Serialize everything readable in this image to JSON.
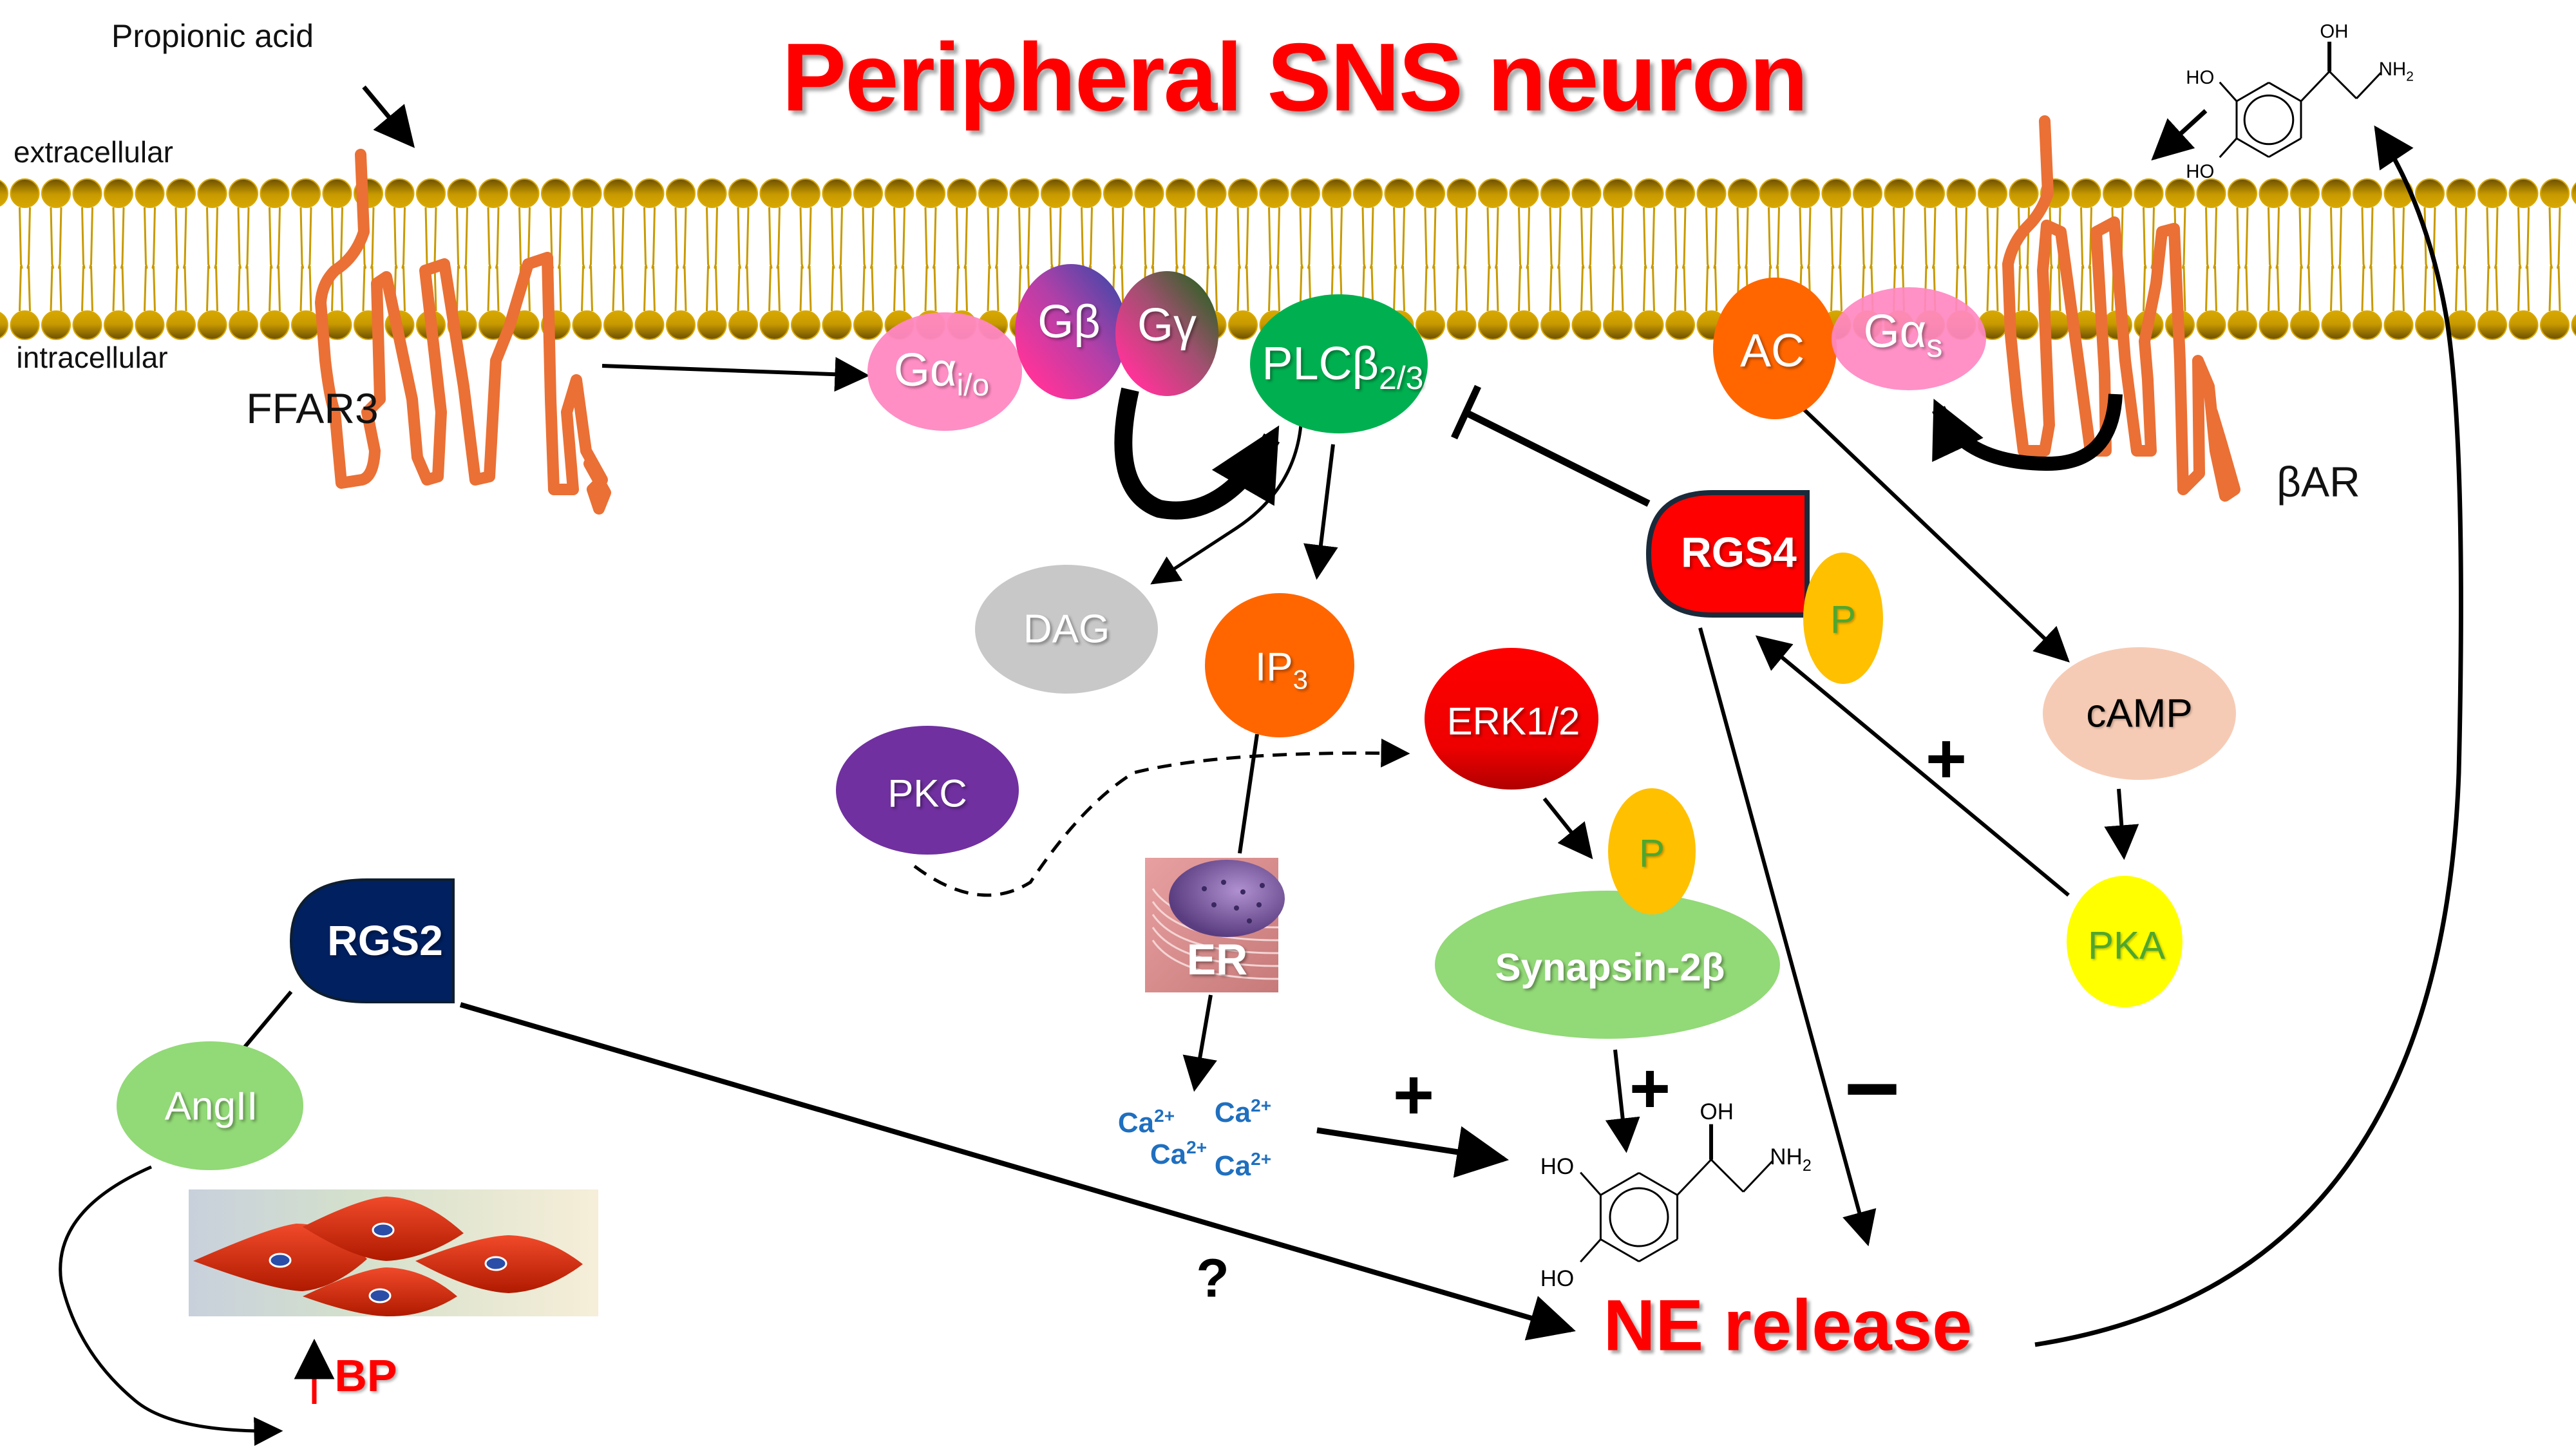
{
  "title": "Peripheral SNS neuron",
  "labels": {
    "propionic_acid": "Propionic acid",
    "extracellular": "extracellular",
    "intracellular": "intracellular",
    "ffar3": "FFAR3",
    "beta_ar": "βAR",
    "ne_release": "NE release",
    "bp": "BP",
    "question": "?",
    "er": "ER"
  },
  "nodes": {
    "galpha_io": {
      "main": "Gα",
      "sub": "i/o",
      "color": "#ff88c2"
    },
    "gbeta": {
      "main": "Gβ",
      "color_top": "#2a49a8",
      "color_bottom": "#ff3399"
    },
    "ggamma": {
      "main": "Gγ",
      "color_top": "#116611",
      "color_bottom": "#ff3399"
    },
    "plcb": {
      "main": "PLCβ",
      "sub": "2/3",
      "color": "#00b050"
    },
    "ac": {
      "main": "AC",
      "color": "#ff6600"
    },
    "galpha_s": {
      "main": "Gα",
      "sub": "s",
      "color": "#ff88c2"
    },
    "rgs4": {
      "main": "RGS4",
      "color": "#ff0000"
    },
    "rgs4_p": {
      "main": "P",
      "color": "#ffc000",
      "text_color": "#4ea72e"
    },
    "dag": {
      "main": "DAG",
      "color": "#c8c8c8"
    },
    "ip3": {
      "main": "IP",
      "sub": "3",
      "color": "#ff6600"
    },
    "erk": {
      "main": "ERK1/2",
      "color": "#ff0000"
    },
    "pkc": {
      "main": "PKC",
      "color": "#7030a0"
    },
    "synapsin_p": {
      "main": "P",
      "color": "#ffc000",
      "text_color": "#4ea72e"
    },
    "synapsin": {
      "main": "Synapsin-2β",
      "color": "#92d977"
    },
    "camp": {
      "main": "cAMP",
      "color": "#f6cbb5",
      "text_color": "#000000"
    },
    "pka": {
      "main": "PKA",
      "color": "#ffff00",
      "text_color": "#4ea72e"
    },
    "rgs2": {
      "main": "RGS2",
      "color": "#002060"
    },
    "angii": {
      "main": "AngII",
      "color": "#92d977"
    }
  },
  "calcium": [
    "Ca",
    "Ca",
    "Ca",
    "Ca"
  ],
  "calcium_charge": "2+",
  "signs": {
    "plus_rgs4": "+",
    "plus_ca": "+",
    "plus_synapsin": "+",
    "minus_rgs4": "−"
  },
  "molecule": {
    "ho1": "HO",
    "ho2": "HO",
    "oh": "OH",
    "nh2": "NH",
    "nh2_sub": "2"
  },
  "colors": {
    "membrane": "#c89a00",
    "membrane_dark": "#7a5c00",
    "receptor": "#ea7035",
    "title_red": "#ff0000",
    "ca_blue": "#1f6fbf"
  }
}
